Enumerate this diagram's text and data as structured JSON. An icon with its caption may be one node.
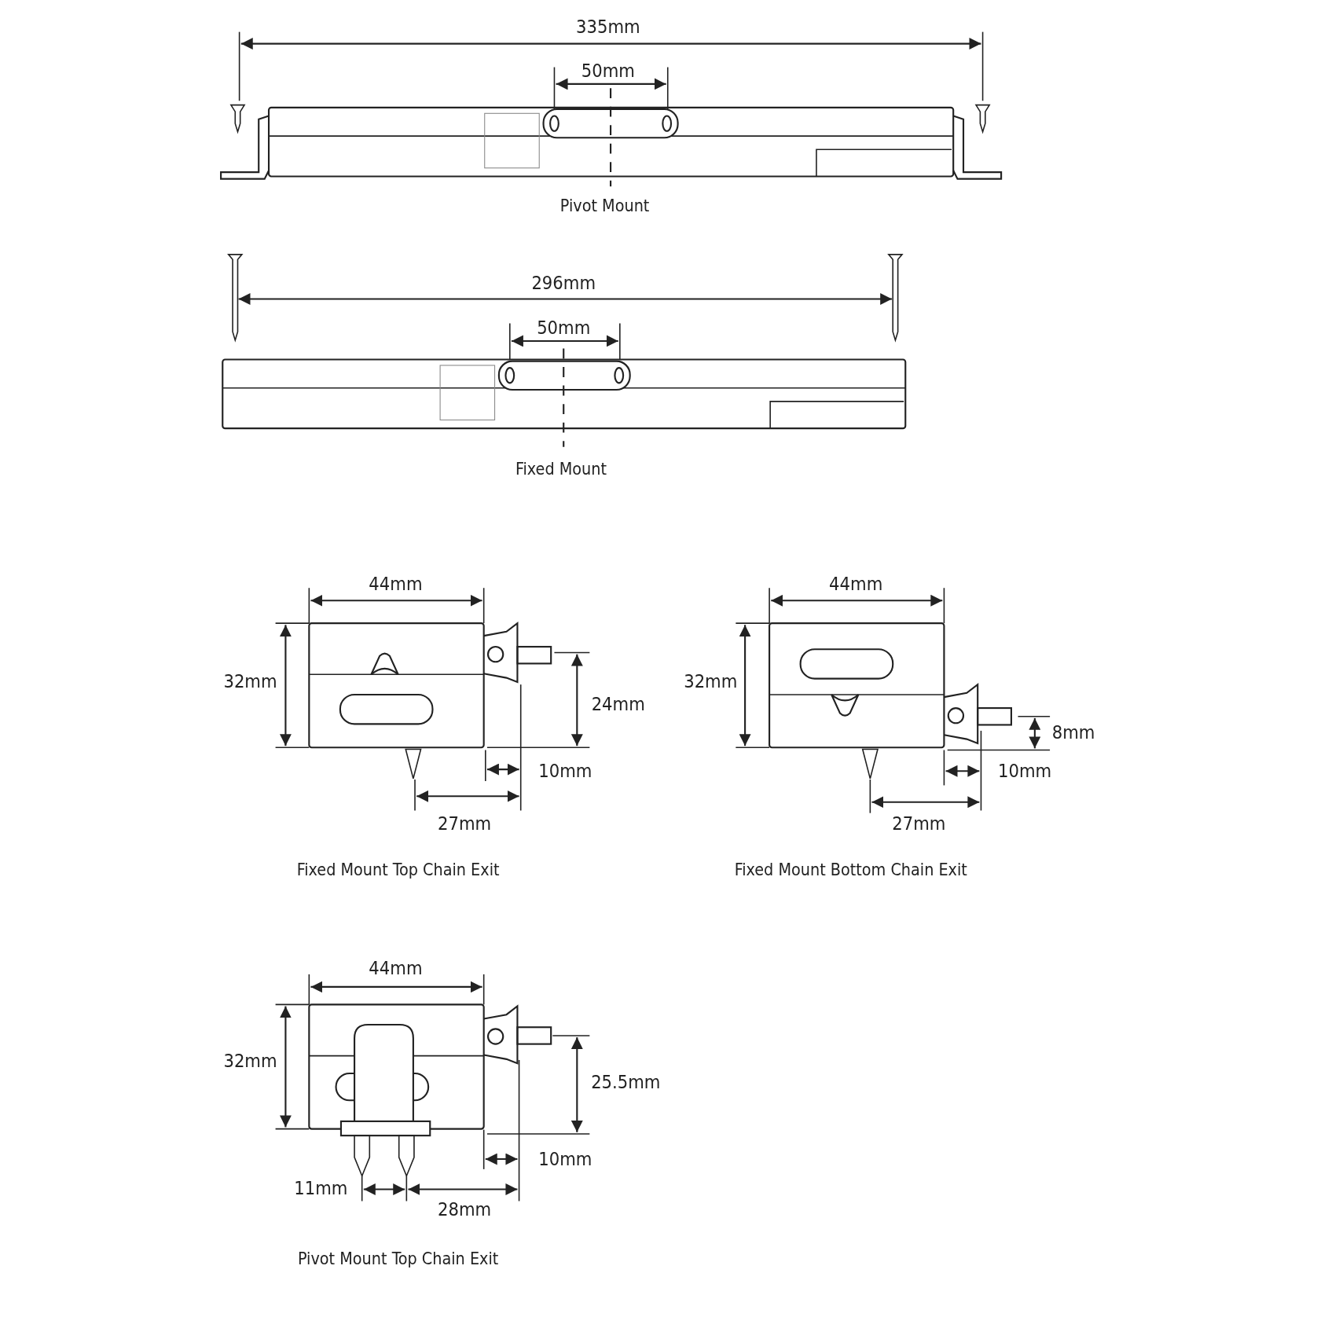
{
  "diagram": {
    "labels": [
      "335mm",
      "50mm",
      "Pivot Mount",
      "296mm",
      "50mm",
      "Fixed Mount",
      "44mm",
      "44mm",
      "32mm",
      "32mm",
      "24mm",
      "8mm",
      "10mm",
      "10mm",
      "27mm",
      "27mm",
      "Fixed Mount Top Chain Exit",
      "Fixed Mount Bottom Chain Exit",
      "44mm",
      "32mm",
      "25.5mm",
      "10mm",
      "11mm",
      "28mm",
      "Pivot Mount Top Chain Exit"
    ]
  }
}
